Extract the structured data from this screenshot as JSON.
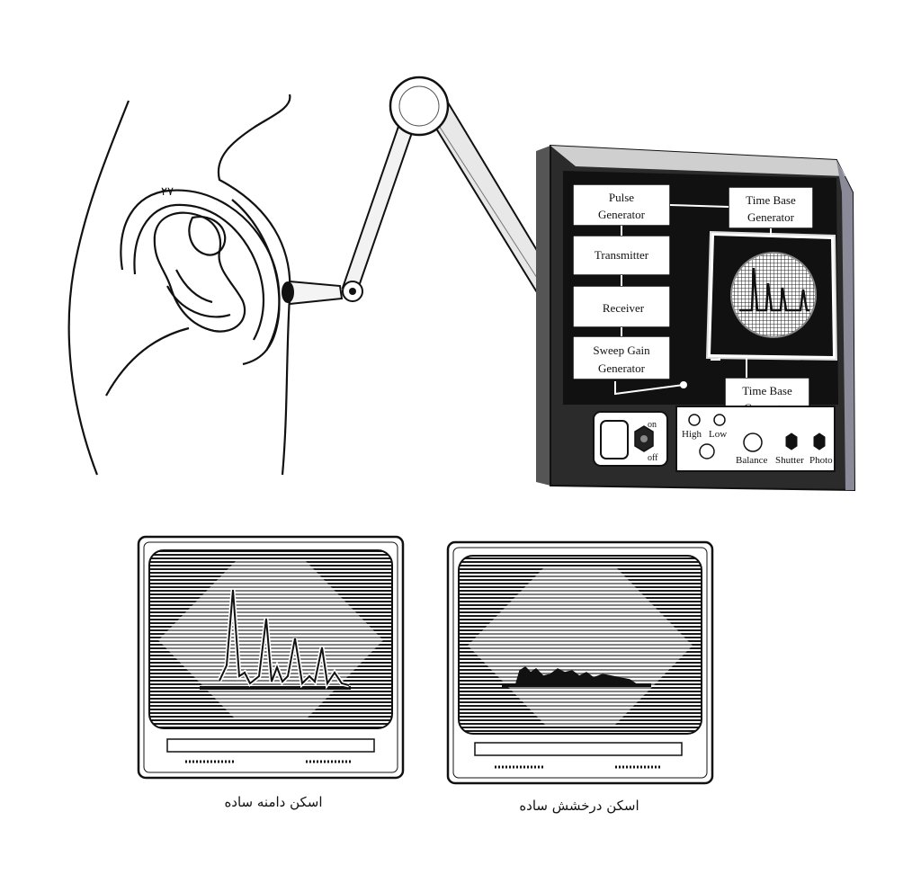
{
  "machine": {
    "blocks": [
      {
        "id": "pulse",
        "lines": [
          "Pulse",
          "Generator"
        ]
      },
      {
        "id": "transmitter",
        "lines": [
          "Transmitter"
        ]
      },
      {
        "id": "receiver",
        "lines": [
          "Receiver"
        ]
      },
      {
        "id": "sweep",
        "lines": [
          "Sweep Gain",
          "Generator"
        ]
      },
      {
        "id": "timebase-top",
        "lines": [
          "Time  Base",
          "Generator"
        ]
      },
      {
        "id": "timebase-bottom",
        "lines": [
          "Time  Base",
          "Generator"
        ]
      }
    ],
    "switch": {
      "on": "on",
      "off": "off"
    },
    "controls": {
      "high": "High",
      "low": "Low",
      "balance": "Balance",
      "shutter": "Shutter",
      "photo": "Photo"
    }
  },
  "patient": {
    "mark": "۲۷"
  },
  "monitors": [
    {
      "id": "a-scan",
      "caption": "اسکن دامنه ساده"
    },
    {
      "id": "b-scan",
      "caption": "اسکن درخشش ساده"
    }
  ]
}
